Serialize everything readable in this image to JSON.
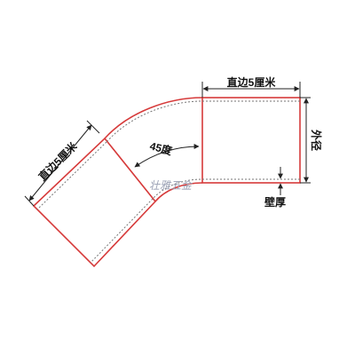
{
  "labels": {
    "straight_top": "直边5厘米",
    "straight_left": "直边5厘米",
    "angle": "45度",
    "outer_diameter": "外径",
    "wall_thickness": "壁厚"
  },
  "watermark": "壮雅五金",
  "colors": {
    "outline": "#d63a3a",
    "dashed": "#777777",
    "dimension": "#222222",
    "background": "#ffffff"
  }
}
